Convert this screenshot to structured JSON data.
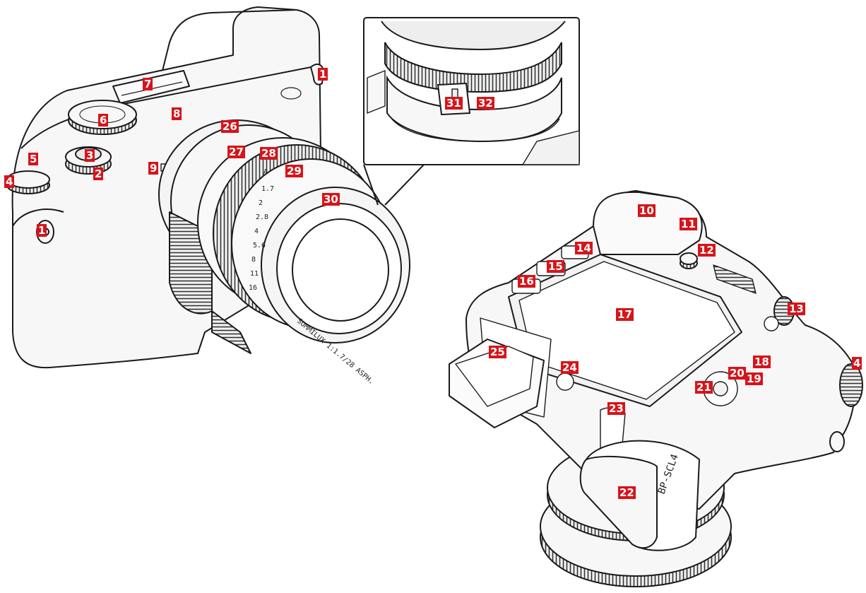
{
  "diagram": {
    "callouts": [
      {
        "id": "c1a",
        "label": "1"
      },
      {
        "id": "c1b",
        "label": "1"
      },
      {
        "id": "c2",
        "label": "2"
      },
      {
        "id": "c3",
        "label": "3"
      },
      {
        "id": "c4a",
        "label": "4"
      },
      {
        "id": "c4b",
        "label": "4"
      },
      {
        "id": "c5",
        "label": "5"
      },
      {
        "id": "c6",
        "label": "6"
      },
      {
        "id": "c7",
        "label": "7"
      },
      {
        "id": "c8",
        "label": "8"
      },
      {
        "id": "c9",
        "label": "9"
      },
      {
        "id": "c10",
        "label": "10"
      },
      {
        "id": "c11",
        "label": "11"
      },
      {
        "id": "c12",
        "label": "12"
      },
      {
        "id": "c13",
        "label": "13"
      },
      {
        "id": "c14",
        "label": "14"
      },
      {
        "id": "c15",
        "label": "15"
      },
      {
        "id": "c16",
        "label": "16"
      },
      {
        "id": "c17",
        "label": "17"
      },
      {
        "id": "c18",
        "label": "18"
      },
      {
        "id": "c19",
        "label": "19"
      },
      {
        "id": "c20",
        "label": "20"
      },
      {
        "id": "c21",
        "label": "21"
      },
      {
        "id": "c22",
        "label": "22"
      },
      {
        "id": "c23",
        "label": "23"
      },
      {
        "id": "c24",
        "label": "24"
      },
      {
        "id": "c25",
        "label": "25"
      },
      {
        "id": "c26",
        "label": "26"
      },
      {
        "id": "c27",
        "label": "27"
      },
      {
        "id": "c28",
        "label": "28"
      },
      {
        "id": "c29",
        "label": "29"
      },
      {
        "id": "c30",
        "label": "30"
      },
      {
        "id": "c31",
        "label": "31"
      },
      {
        "id": "c32",
        "label": "32"
      }
    ],
    "engravings": {
      "lens_ring": "SUMMILUX 1:1.7/28 ASPH.",
      "battery": "BP-SCL4",
      "aperture_scale": [
        "A",
        "1.7",
        "2",
        "2.8",
        "4",
        "5.6",
        "8",
        "11",
        "16"
      ]
    },
    "colors": {
      "callout_bg": "#d7141a",
      "callout_text": "#ffffff",
      "line_art": "#1a1a1a",
      "body_fill": "#f7f7f7",
      "shade": "#e6e6e6"
    }
  }
}
